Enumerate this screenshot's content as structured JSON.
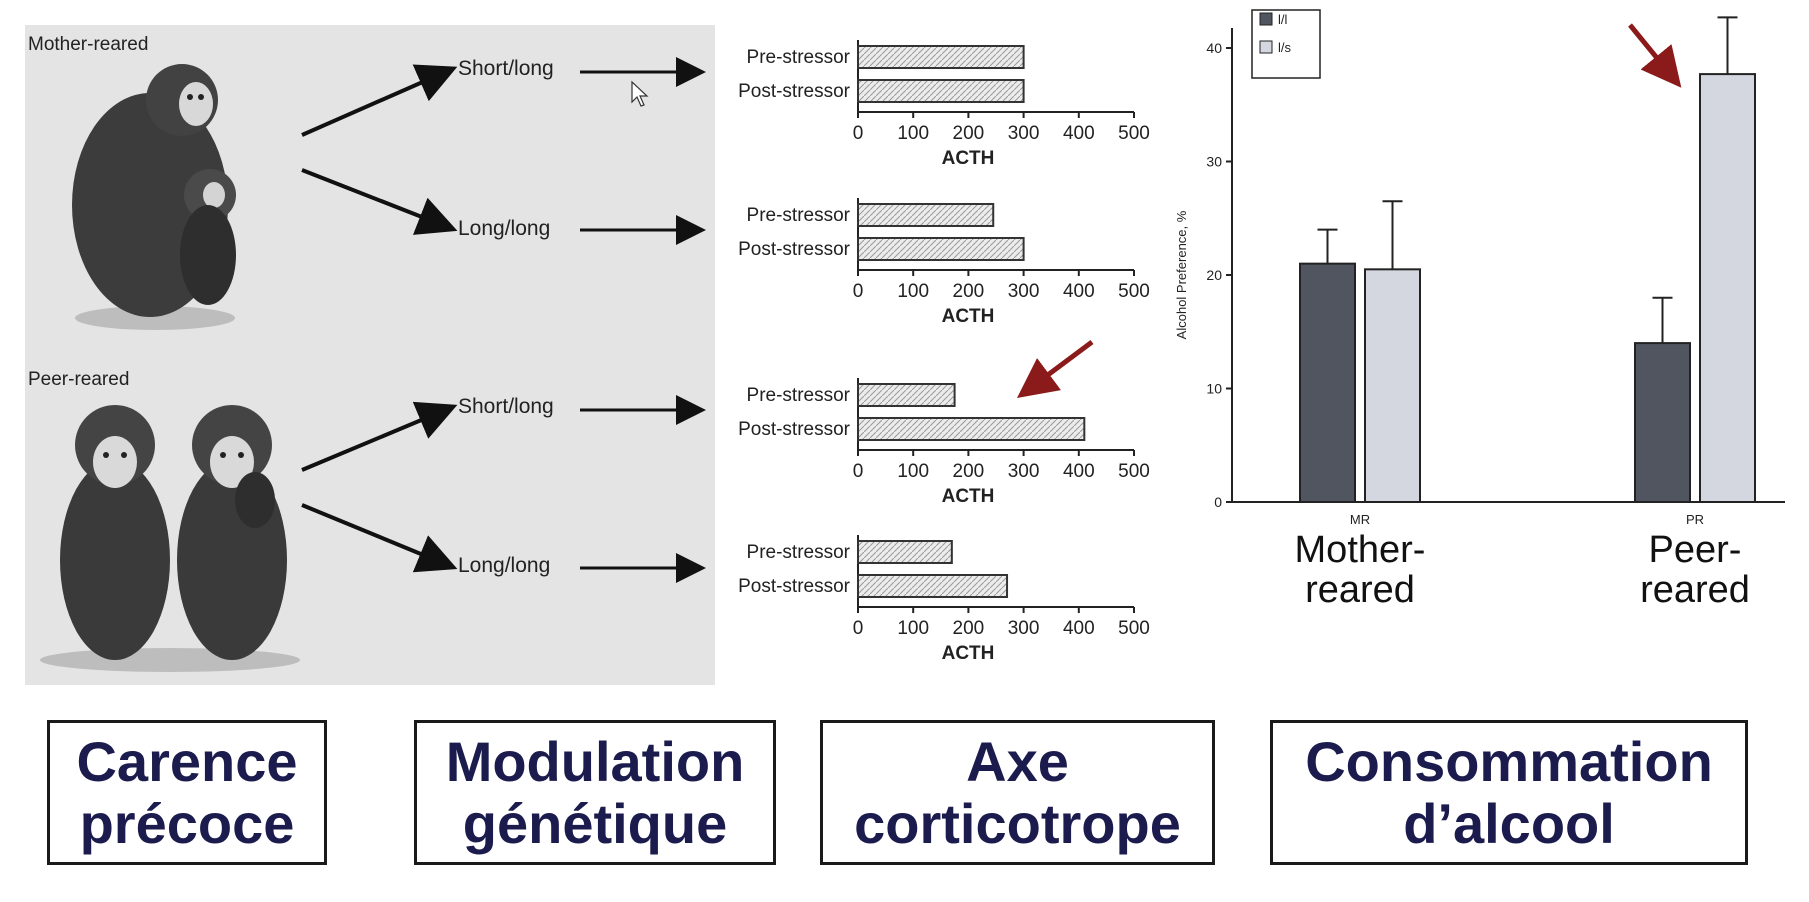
{
  "photo_labels": {
    "mother": "Mother-reared",
    "peer": "Peer-reared"
  },
  "genotypes": {
    "short_long": "Short/long",
    "long_long": "Long/long"
  },
  "acth_charts": {
    "row_labels": [
      "Pre-stressor",
      "Post-stressor"
    ],
    "xlabel": "ACTH",
    "ticks": [
      "0",
      "100",
      "200",
      "300",
      "400",
      "500"
    ]
  },
  "chart_data": [
    {
      "type": "bar",
      "group": "Mother-reared",
      "genotype": "Short/long",
      "categories": [
        "Pre-stressor",
        "Post-stressor"
      ],
      "values": [
        300,
        300
      ],
      "xlabel": "ACTH",
      "xlim": [
        0,
        500
      ]
    },
    {
      "type": "bar",
      "group": "Mother-reared",
      "genotype": "Long/long",
      "categories": [
        "Pre-stressor",
        "Post-stressor"
      ],
      "values": [
        245,
        300
      ],
      "xlabel": "ACTH",
      "xlim": [
        0,
        500
      ]
    },
    {
      "type": "bar",
      "group": "Peer-reared",
      "genotype": "Short/long",
      "categories": [
        "Pre-stressor",
        "Post-stressor"
      ],
      "values": [
        175,
        410
      ],
      "xlabel": "ACTH",
      "xlim": [
        0,
        500
      ]
    },
    {
      "type": "bar",
      "group": "Peer-reared",
      "genotype": "Long/long",
      "categories": [
        "Pre-stressor",
        "Post-stressor"
      ],
      "values": [
        170,
        270
      ],
      "xlabel": "ACTH",
      "xlim": [
        0,
        500
      ]
    },
    {
      "type": "bar",
      "categories": [
        "MR",
        "PR"
      ],
      "series": [
        {
          "name": "l/l",
          "values": [
            21,
            14
          ],
          "errors": [
            3,
            4
          ]
        },
        {
          "name": "l/s",
          "values": [
            20.5,
            37.7
          ],
          "errors": [
            6,
            5
          ]
        }
      ],
      "ylabel": "Alcohol Preference, %",
      "ylim": [
        0,
        40
      ],
      "yticks": [
        "0",
        "10",
        "20",
        "30",
        "40"
      ],
      "legend": "top-left"
    }
  ],
  "alcohol_chart": {
    "category_names": [
      "Mother-\nreared",
      "Peer-\nreared"
    ],
    "colors": {
      "ll": "#505560",
      "ls": "#d4d6e0"
    }
  },
  "annotation_color": "#8b1a1a",
  "bottom_boxes": [
    {
      "line1": "Carence",
      "line2": "précoce"
    },
    {
      "line1": "Modulation",
      "line2": "génétique"
    },
    {
      "line1": "Axe",
      "line2": "corticotrope"
    },
    {
      "line1": "Consommation",
      "line2": "d’alcool"
    }
  ]
}
